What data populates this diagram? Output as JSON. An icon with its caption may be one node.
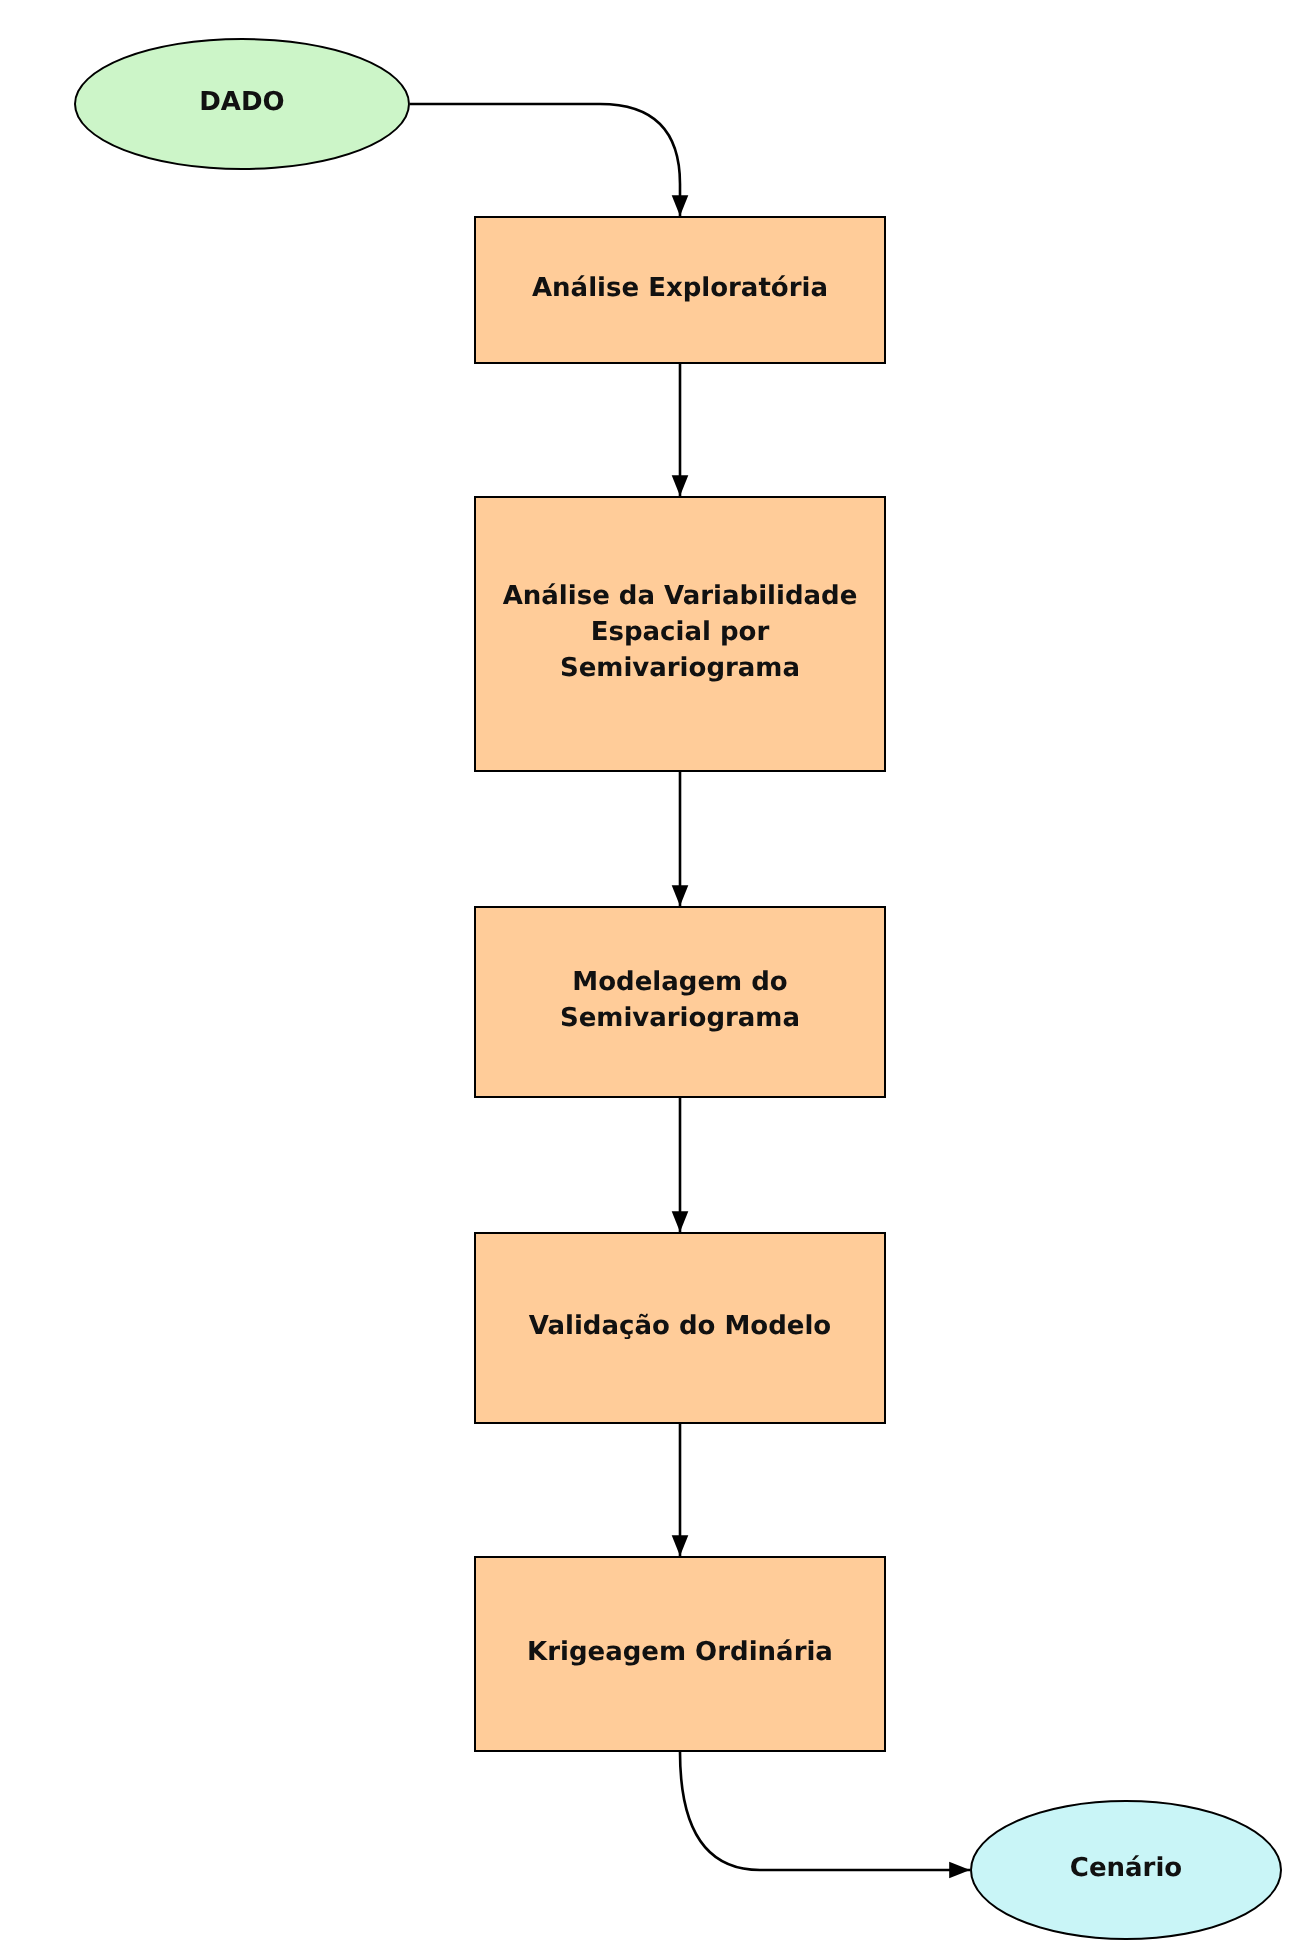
{
  "diagram": {
    "nodes": [
      {
        "text": [
          "DADO"
        ]
      },
      {
        "text": [
          "Análise Exploratória"
        ]
      },
      {
        "text": [
          "Análise da Variabilidade Espacial por Semivariograma"
        ]
      },
      {
        "text": [
          "Modelagem do Semivariograma"
        ]
      },
      {
        "text": [
          "Validação do Modelo"
        ]
      },
      {
        "text": [
          "Krigeagem Ordinária"
        ]
      },
      {
        "text": [
          "Cenário"
        ]
      }
    ],
    "edges": [
      {
        "from": 0,
        "to": 1,
        "arrow": "to"
      },
      {
        "from": 1,
        "to": 2,
        "arrow": "to"
      },
      {
        "from": 2,
        "to": 3,
        "arrow": "to"
      },
      {
        "from": 3,
        "to": 4,
        "arrow": "to"
      },
      {
        "from": 4,
        "to": 5,
        "arrow": "to"
      },
      {
        "from": 5,
        "to": 6,
        "arrow": "to"
      }
    ]
  }
}
